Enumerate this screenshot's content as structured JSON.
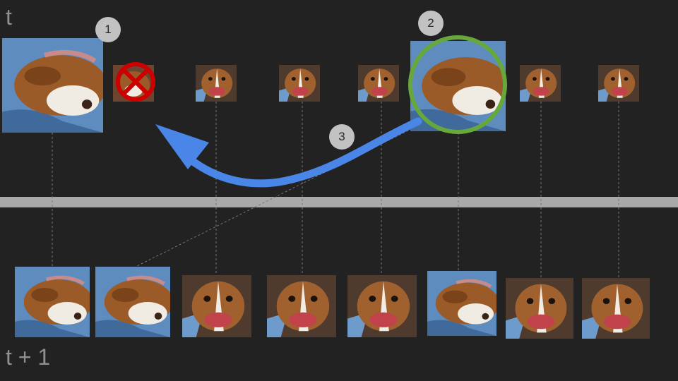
{
  "time_labels": {
    "top": "t",
    "bottom": "t + 1"
  },
  "badges": {
    "one": "1",
    "two": "2",
    "three": "3"
  },
  "colors": {
    "background": "#222222",
    "divider": "#a9a9a9",
    "highlight_ring": "#67a83c",
    "arrow": "#4a86e8",
    "reject_mark": "#cc0000",
    "badge": "#c2c2c2"
  },
  "icons": {
    "sleeping_dog": "sleeping-dog-thumbnail",
    "excited_dog": "excited-dog-thumbnail",
    "reject": "reject-x-icon",
    "arrow": "curved-arrow-icon"
  },
  "frames": {
    "top_row": [
      "sleeping",
      "rejected",
      "excited",
      "excited",
      "excited",
      "sleeping-highlighted",
      "excited",
      "excited"
    ],
    "bottom_row": [
      "sleeping",
      "sleeping",
      "excited",
      "excited",
      "excited",
      "sleeping",
      "excited",
      "excited"
    ]
  }
}
